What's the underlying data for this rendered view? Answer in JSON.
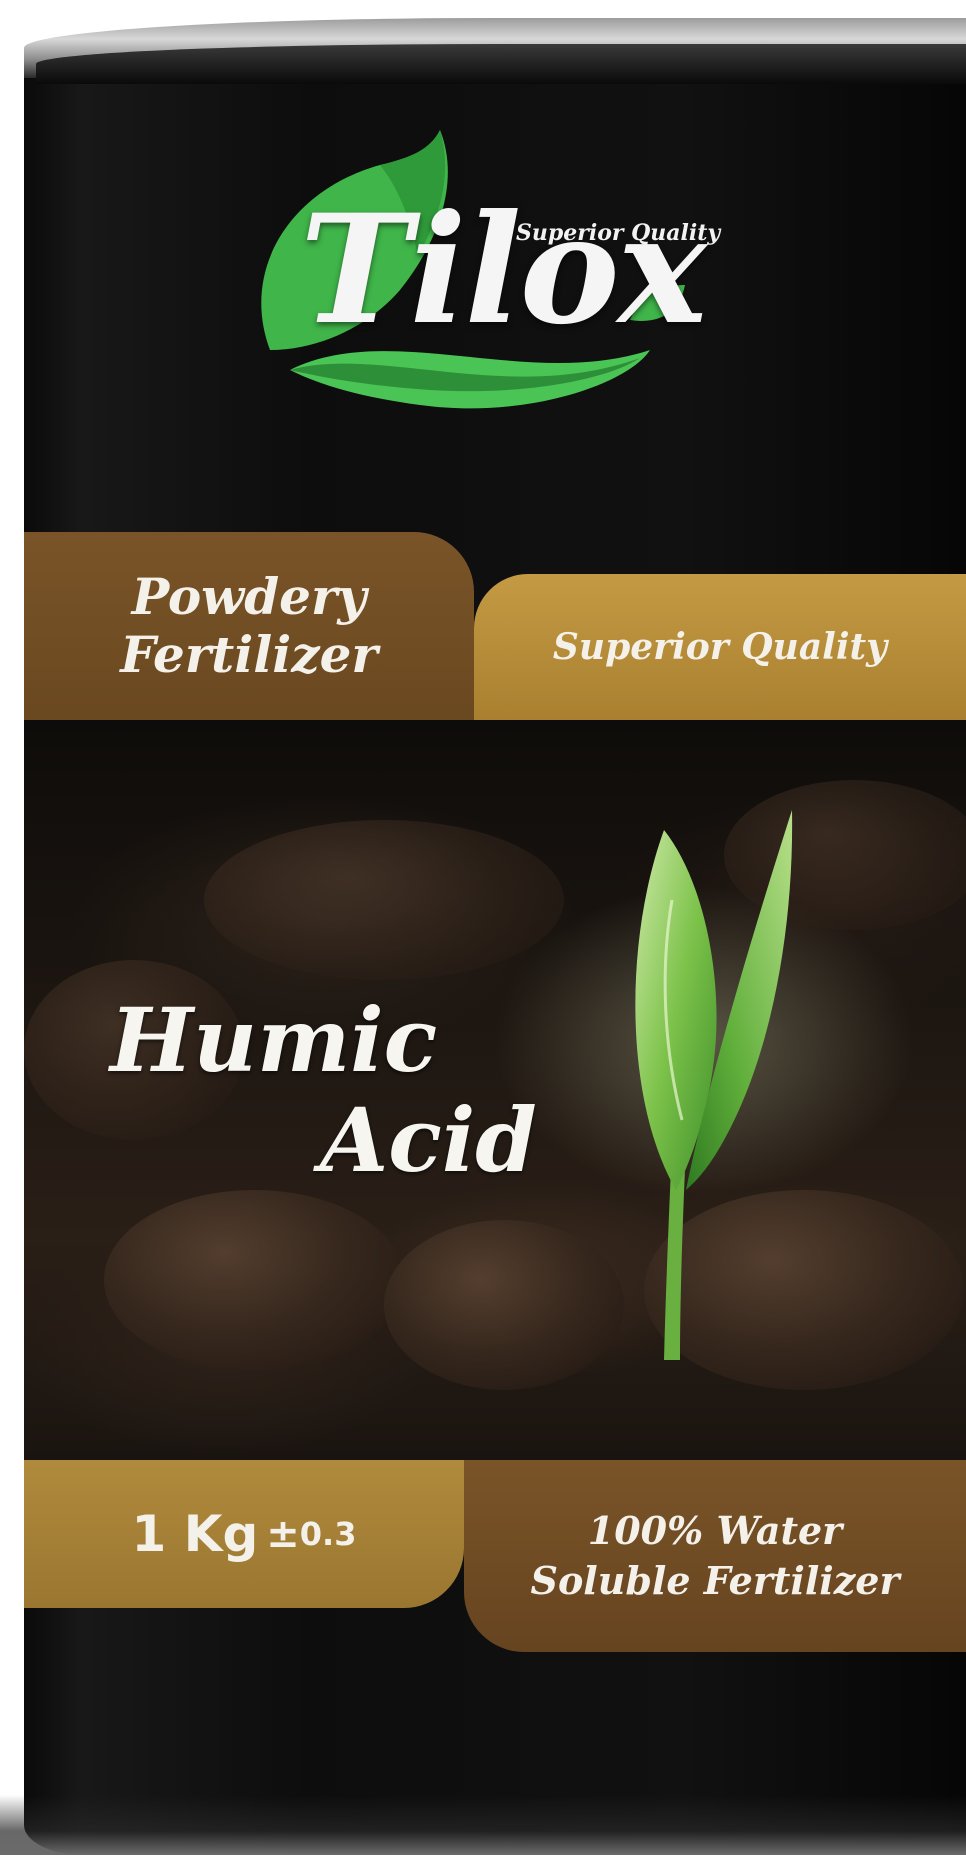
{
  "brand": {
    "name": "Tilox",
    "tagline": "Superior Quality"
  },
  "bands": {
    "form_line1": "Powdery",
    "form_line2": "Fertilizer",
    "quality": "Superior Quality",
    "weight_value": "1 Kg",
    "weight_tolerance_sign": "±",
    "weight_tolerance": "0.3",
    "solubility_line1": "100% Water",
    "solubility_line2": "Soluble Fertilizer"
  },
  "product": {
    "name_line1": "Humic",
    "name_line2": "Acid"
  },
  "colors": {
    "can_black": "#0d0d0d",
    "band_brown": "#7a5428",
    "band_gold": "#c49a44",
    "leaf_green": "#3fb54a",
    "text_light": "#f4f1ea"
  },
  "icons": {
    "logo_leaf": "leaf-icon",
    "seedling": "seedling-icon"
  }
}
